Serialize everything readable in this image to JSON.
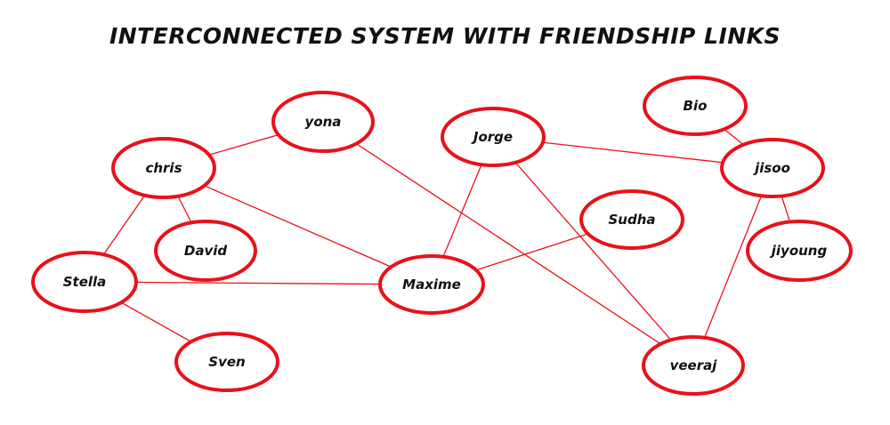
{
  "title": "INTERCONNECTED SYSTEM WITH FRIENDSHIP LINKS",
  "colors": {
    "node_stroke": "#e8111a",
    "edge": "#e8111a",
    "text": "#111111",
    "background": "#ffffff"
  },
  "nodes": [
    {
      "id": "yona",
      "label": "yona"
    },
    {
      "id": "chris",
      "label": "chris"
    },
    {
      "id": "david",
      "label": "David"
    },
    {
      "id": "stella",
      "label": "Stella"
    },
    {
      "id": "sven",
      "label": "Sven"
    },
    {
      "id": "maxime",
      "label": "Maxime"
    },
    {
      "id": "jorge",
      "label": "Jorge"
    },
    {
      "id": "sudha",
      "label": "Sudha"
    },
    {
      "id": "bio",
      "label": "Bio"
    },
    {
      "id": "jisoo",
      "label": "jisoo"
    },
    {
      "id": "jiyoung",
      "label": "jiyoung"
    },
    {
      "id": "veeraj",
      "label": "veeraj"
    }
  ],
  "edges": [
    [
      "chris",
      "yona"
    ],
    [
      "chris",
      "david"
    ],
    [
      "chris",
      "stella"
    ],
    [
      "chris",
      "maxime"
    ],
    [
      "stella",
      "sven"
    ],
    [
      "stella",
      "maxime"
    ],
    [
      "yona",
      "veeraj"
    ],
    [
      "jorge",
      "maxime"
    ],
    [
      "jorge",
      "veeraj"
    ],
    [
      "jorge",
      "jisoo"
    ],
    [
      "sudha",
      "maxime"
    ],
    [
      "bio",
      "jisoo"
    ],
    [
      "jisoo",
      "jiyoung"
    ],
    [
      "jisoo",
      "veeraj"
    ]
  ]
}
